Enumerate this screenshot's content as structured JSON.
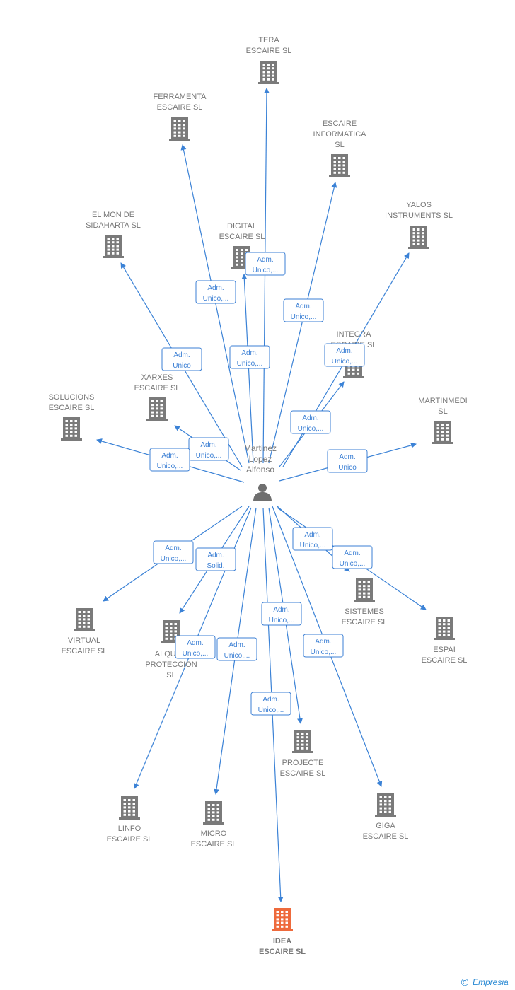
{
  "colors": {
    "edge": "#3b82d6",
    "building": "#7a7a7a",
    "highlight_building": "#ee6a3c",
    "label": "#777777",
    "badge": "#3b7fd4"
  },
  "person": {
    "name_lines": [
      "Martinez",
      "Lopez",
      "Alfonso"
    ],
    "icon": "person-icon"
  },
  "nodes": [
    {
      "id": "tera",
      "lines": [
        "TERA",
        "ESCAIRE  SL"
      ],
      "icon": "building-icon"
    },
    {
      "id": "ferramenta",
      "lines": [
        "FERRAMENTA",
        "ESCAIRE  SL"
      ],
      "icon": "building-icon"
    },
    {
      "id": "informatica",
      "lines": [
        "ESCAIRE",
        "INFORMATICA",
        "SL"
      ],
      "icon": "building-icon"
    },
    {
      "id": "yalos",
      "lines": [
        "YALOS",
        "INSTRUMENTS SL"
      ],
      "icon": "building-icon"
    },
    {
      "id": "elmon",
      "lines": [
        "EL MON DE",
        "SIDAHARTA  SL"
      ],
      "icon": "building-icon"
    },
    {
      "id": "digital",
      "lines": [
        "DIGITAL",
        "ESCAIRE  SL"
      ],
      "icon": "building-icon"
    },
    {
      "id": "integra",
      "lines": [
        "INTEGRA",
        "ESCAIRE  SL"
      ],
      "icon": "building-icon"
    },
    {
      "id": "xarxes",
      "lines": [
        "XARXES",
        "ESCAIRE  SL"
      ],
      "icon": "building-icon"
    },
    {
      "id": "solucions",
      "lines": [
        "SOLUCIONS",
        "ESCAIRE  SL"
      ],
      "icon": "building-icon"
    },
    {
      "id": "martinmedi",
      "lines": [
        "MARTINMEDI",
        "SL"
      ],
      "icon": "building-icon"
    },
    {
      "id": "virtual",
      "lines": [
        "VIRTUAL",
        "ESCAIRE  SL"
      ],
      "icon": "building-icon"
    },
    {
      "id": "alquila",
      "lines": [
        "ALQUILA",
        "PROTECCION",
        "SL"
      ],
      "icon": "building-icon"
    },
    {
      "id": "sistemes",
      "lines": [
        "SISTEMES",
        "ESCAIRE  SL"
      ],
      "icon": "building-icon"
    },
    {
      "id": "espai",
      "lines": [
        "ESPAI",
        "ESCAIRE  SL"
      ],
      "icon": "building-icon"
    },
    {
      "id": "projecte",
      "lines": [
        "PROJECTE",
        "ESCAIRE  SL"
      ],
      "icon": "building-icon"
    },
    {
      "id": "linfo",
      "lines": [
        "LINFO",
        "ESCAIRE  SL"
      ],
      "icon": "building-icon"
    },
    {
      "id": "micro",
      "lines": [
        "MICRO",
        "ESCAIRE  SL"
      ],
      "icon": "building-icon"
    },
    {
      "id": "giga",
      "lines": [
        "GIGA",
        "ESCAIRE  SL"
      ],
      "icon": "building-icon"
    },
    {
      "id": "idea",
      "lines": [
        "IDEA",
        "ESCAIRE  SL"
      ],
      "icon": "building-icon",
      "highlight": true
    }
  ],
  "edges": [
    {
      "target": "tera",
      "badge": [
        "Adm.",
        "Unico,..."
      ]
    },
    {
      "target": "ferramenta",
      "badge": [
        "Adm.",
        "Unico,..."
      ]
    },
    {
      "target": "informatica",
      "badge": [
        "Adm.",
        "Unico,..."
      ]
    },
    {
      "target": "yalos",
      "badge": [
        "Adm.",
        "Unico,..."
      ]
    },
    {
      "target": "elmon",
      "badge": [
        "Adm.",
        "Unico"
      ]
    },
    {
      "target": "digital",
      "badge": [
        "Adm.",
        "Unico,..."
      ]
    },
    {
      "target": "integra",
      "badge": [
        "Adm.",
        "Unico,..."
      ]
    },
    {
      "target": "xarxes",
      "badge": [
        "Adm.",
        "Unico,..."
      ]
    },
    {
      "target": "solucions",
      "badge": [
        "Adm.",
        "Unico,..."
      ]
    },
    {
      "target": "martinmedi",
      "badge": [
        "Adm.",
        "Unico"
      ]
    },
    {
      "target": "virtual",
      "badge": [
        "Adm.",
        "Unico,..."
      ]
    },
    {
      "target": "alquila",
      "badge": [
        "Adm.",
        "Solid."
      ]
    },
    {
      "target": "sistemes",
      "badge": [
        "Adm.",
        "Unico,..."
      ]
    },
    {
      "target": "espai",
      "badge": [
        "Adm.",
        "Unico,..."
      ]
    },
    {
      "target": "projecte",
      "badge": [
        "Adm.",
        "Unico,..."
      ]
    },
    {
      "target": "linfo",
      "badge": [
        "Adm.",
        "Unico,..."
      ]
    },
    {
      "target": "micro",
      "badge": [
        "Adm.",
        "Unico,..."
      ]
    },
    {
      "target": "giga",
      "badge": [
        "Adm.",
        "Unico,..."
      ]
    },
    {
      "target": "idea",
      "badge": [
        "Adm.",
        "Unico,..."
      ]
    }
  ],
  "footer": {
    "copyright": "©",
    "brand": "Empresia"
  }
}
